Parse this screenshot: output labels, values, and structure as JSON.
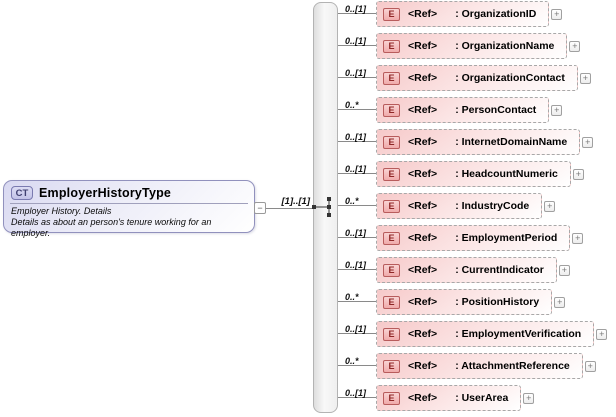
{
  "root": {
    "badge": "CT",
    "title": "EmployerHistoryType",
    "description_line1": "Employer History. Details",
    "description_line2": "Details as about an person's tenure working for an employer.",
    "cardinality_to_sequence": "[1]..[1]"
  },
  "icons": {
    "collapse_glyph": "−",
    "expand_glyph": "+",
    "sequence_icon": "sequence-compositor"
  },
  "colors": {
    "type_box_fill": "#d9d9f1",
    "type_box_border": "#9191bd",
    "element_fill": "#f6c9c9",
    "element_border": "#a8a8a8",
    "element_badge_fill": "#f0aaaa",
    "element_badge_border": "#b85c5c",
    "element_badge_text": "#8f2727",
    "sequence_bar_fill": "#ededed",
    "wire": "#8a8a8a"
  },
  "sequence": {
    "elements": [
      {
        "cardinality": "0..[1]",
        "tag": "E",
        "ref": "<Ref>",
        "label": ": OrganizationID"
      },
      {
        "cardinality": "0..[1]",
        "tag": "E",
        "ref": "<Ref>",
        "label": ": OrganizationName"
      },
      {
        "cardinality": "0..[1]",
        "tag": "E",
        "ref": "<Ref>",
        "label": ": OrganizationContact"
      },
      {
        "cardinality": "0..*",
        "tag": "E",
        "ref": "<Ref>",
        "label": ": PersonContact"
      },
      {
        "cardinality": "0..[1]",
        "tag": "E",
        "ref": "<Ref>",
        "label": ": InternetDomainName"
      },
      {
        "cardinality": "0..[1]",
        "tag": "E",
        "ref": "<Ref>",
        "label": ": HeadcountNumeric"
      },
      {
        "cardinality": "0..*",
        "tag": "E",
        "ref": "<Ref>",
        "label": ": IndustryCode"
      },
      {
        "cardinality": "0..[1]",
        "tag": "E",
        "ref": "<Ref>",
        "label": ": EmploymentPeriod"
      },
      {
        "cardinality": "0..[1]",
        "tag": "E",
        "ref": "<Ref>",
        "label": ": CurrentIndicator"
      },
      {
        "cardinality": "0..*",
        "tag": "E",
        "ref": "<Ref>",
        "label": ": PositionHistory"
      },
      {
        "cardinality": "0..[1]",
        "tag": "E",
        "ref": "<Ref>",
        "label": ": EmploymentVerification"
      },
      {
        "cardinality": "0..*",
        "tag": "E",
        "ref": "<Ref>",
        "label": ": AttachmentReference"
      },
      {
        "cardinality": "0..[1]",
        "tag": "E",
        "ref": "<Ref>",
        "label": ": UserArea"
      }
    ]
  }
}
